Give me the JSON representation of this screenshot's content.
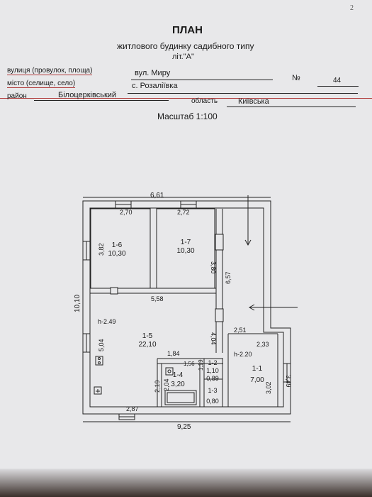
{
  "page_number": "2",
  "header": {
    "title": "ПЛАН",
    "subtitle": "житлового будинку садибного типу",
    "building_letter": "літ.\"А\""
  },
  "fields": {
    "street_label": "вулиця (провулок, площа)",
    "street_value": "вул.  Миру",
    "number_label": "№",
    "number_value": "44",
    "locality_label": "місто (селище, село)",
    "locality_value": "с.  Розаліївка",
    "district_label": "район",
    "district_value": "Білоцерківський",
    "region_label": "область",
    "region_value": "Київська",
    "scale": "Масштаб 1:100"
  },
  "plan": {
    "dim_top_total": "6,61",
    "dim_bottom_total": "9,25",
    "dim_total_height": "10,10",
    "dim_1_6_width": "2,70",
    "dim_1_7_width": "2,72",
    "dim_1_6_height": "3,82",
    "dim_1_7_height": "3,80",
    "dim_right_wall": "6,57",
    "dim_1_5_width": "5,58",
    "dim_1_5_height": "5,04",
    "dim_inner_wall": "4,04",
    "dim_1_4_width": "1,84",
    "dim_1_4_inner": "1,56",
    "dim_1_4_height_a": "2,19",
    "dim_1_4_height_b": "2,04",
    "dim_1_2_height": "1,19",
    "dim_1_1_width": "2,51",
    "dim_1_1_inner": "2,33",
    "dim_1_1_height": "3,02",
    "dim_east_wall": "3,49",
    "dim_bottom_left": "2,87",
    "room_1_6": {
      "number": "1-6",
      "area": "10,30"
    },
    "room_1_7": {
      "number": "1-7",
      "area": "10,30"
    },
    "room_1_5": {
      "number": "1-5",
      "area": "22,10",
      "ceiling": "h-2.49"
    },
    "room_1_4": {
      "number": "1-4",
      "area": "3,20"
    },
    "room_1_2": {
      "number": "1-2",
      "width": "1,10",
      "area": "0,89"
    },
    "room_1_3": {
      "number": "1-3",
      "area": "0,80"
    },
    "room_1_1": {
      "number": "1-1",
      "area": "7,00",
      "ceiling": "h-2.20"
    }
  }
}
